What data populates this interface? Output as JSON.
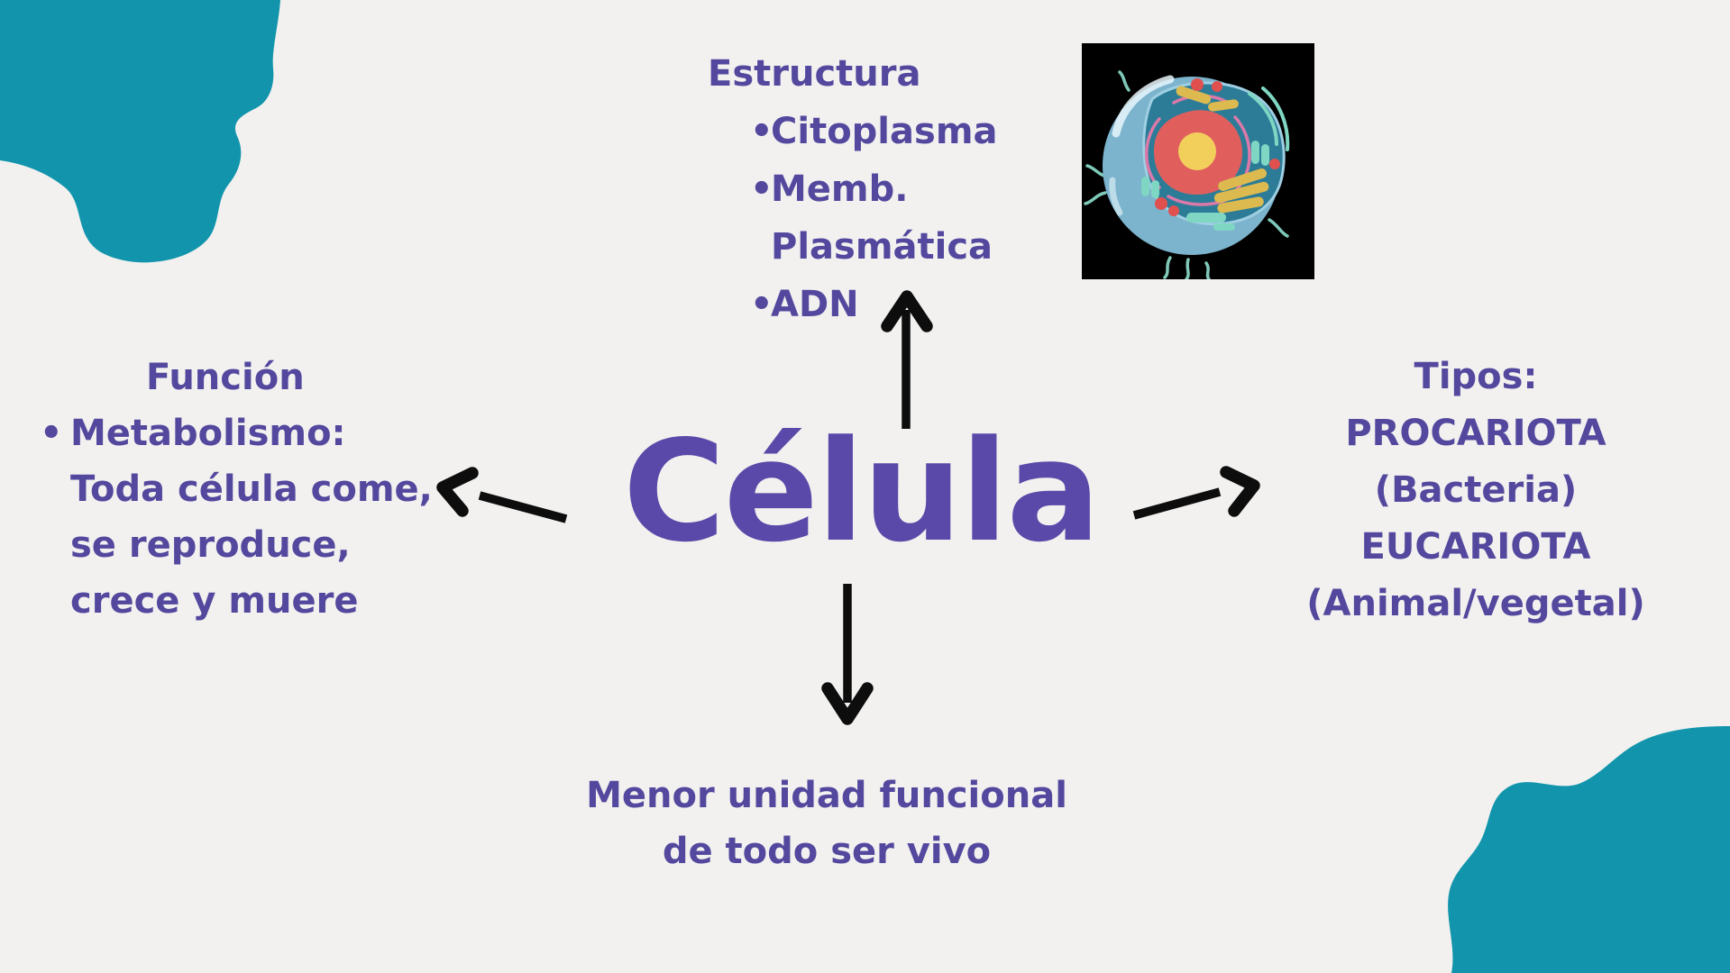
{
  "colors": {
    "background": "#F2F1EF",
    "purple": "#53489E",
    "title-purple": "#5A49A9",
    "teal": "#1295AC",
    "arrow": "#0D0D0D",
    "cell-bg": "#000000",
    "cell-membrane": "#7CB3CD",
    "cell-cytoplasm": "#2C7C98",
    "cell-nucleus": "#E05F5D",
    "cell-nucleolus": "#F2CF5B",
    "cell-er-pink": "#DC79A8",
    "cell-golgi": "#DCBA4F",
    "cell-mito": "#7FD7C3"
  },
  "center": {
    "title": "Célula"
  },
  "bullet_char": "•",
  "branches": {
    "estructura": {
      "title": "Estructura",
      "items": [
        "Citoplasma",
        "Memb.",
        "Plasmática",
        "ADN"
      ]
    },
    "funcion": {
      "title": "Función",
      "items": [
        "Metabolismo:",
        "Toda célula come,",
        "se reproduce,",
        "crece y muere"
      ]
    },
    "tipos": {
      "title": "Tipos:",
      "items": [
        "PROCARIOTA",
        "(Bacteria)",
        "EUCARIOTA",
        "(Animal/vegetal)"
      ]
    },
    "definicion": {
      "lines": [
        "Menor unidad funcional",
        "de todo ser vivo"
      ]
    }
  },
  "cell_image": {
    "name": "animal-cell-cutaway-illustration"
  }
}
